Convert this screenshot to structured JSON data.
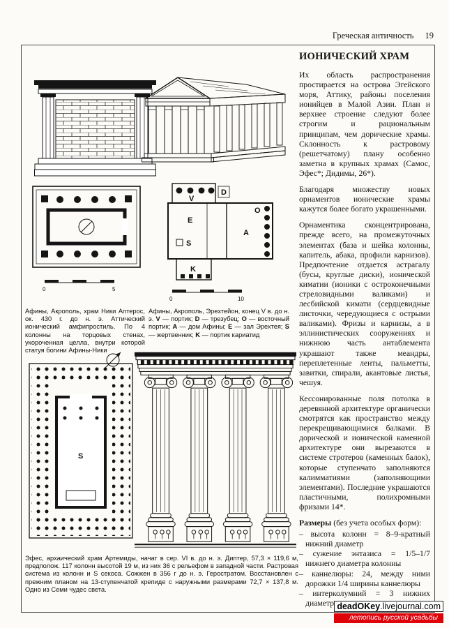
{
  "header": {
    "section": "Греческая античность",
    "page_number": "19"
  },
  "article": {
    "title": "ИОНИЧЕСКИЙ ХРАМ",
    "paragraphs": [
      "Их область распространения простирается на острова Эгейского моря, Аттику, районы поселения ионийцев в Малой Азии. План и верхнее строение следуют более строгим и рациональным принципам, чем дорические храмы. Склонность к растровому (решетчатому) плану особенно заметна в крупных храмах (Самос, Эфес*; Дидимы, 26*).",
      "Благодаря множеству новых орнаментов ионические храмы кажутся более богато украшенными.",
      "Орнаментика сконцентрирована, прежде всего, на промежуточных элементах (база и шейка колонны, капитель, абака, профили карнизов). Предпочтение отдается астрагалу (бусы, круглые диски), ионической киматии (ионики с остроконечными стреловидными валиками) и лесбийской кимати (сердцевидные листочки, чередующиеся с острыми валиками). Фризы и карнизы, а в эллинистических сооружениях и нижнюю часть антаблемента украшают также меандры, переплетенные ленты, пальметты, завитки, спирали, акантовые листья, чешуя.",
      "Кессонированные поля потолка в деревянной архитектуре органически смотрятся как пространство между перекрещивающимися балками. В дорической и ионической каменной архитектуре они вырезаются в системе стротеров (каменных балок), которые ступенчато заполняются калимматиями (заполняющими элементами). Последние украшаются пластичными, полихромными фризами 14*."
    ],
    "sizes": {
      "heading_bold": "Размеры",
      "heading_rest": " (без учета особых форм):",
      "items": [
        "– высота колонн = 8–9-кратный нижний диаметр",
        "– сужение энтазиса = 1/5–1/7 нижнего диаметра колонны",
        "– каннелюры: 24, между ними дорожки 1/4 ширины каннелюры",
        "– интерколумний = 3 нижних диаметра"
      ]
    }
  },
  "captions": {
    "nike": "Афины, Акрополь, храм Ники Аптерос, ок. 430 г. до н. э. Аттический ионический амфипростиль. По 4 колонны на торцовых стенах, укороченная целла, внутри которой статуя богини Афины-Ники",
    "erechtheion": {
      "title": "Афины, Акрополь, Эрехтейон, конец V в. до н. э.",
      "legend": [
        {
          "letter": "V",
          "text": "— портик;"
        },
        {
          "letter": "D",
          "text": "— трезубец;"
        },
        {
          "letter": "O",
          "text": "— восточный портик;"
        },
        {
          "letter": "A",
          "text": "— дом Афины;"
        },
        {
          "letter": "E",
          "text": "— зал Эрехтея;"
        },
        {
          "letter": "S",
          "text": "— жертвенник;"
        },
        {
          "letter": "K",
          "text": "— портик кариатид"
        }
      ]
    },
    "artemis": "Эфес, архаический храм Артемиды, начат в сер. VI в. до н. э. Диптер, 57,3 × 119,6 м, предполож. 117 колонн высотой 19 м, из них 36 с рельефом в западной части. Растровая система из колонн и S секоса. Сожжен в 356 г до н. э. Геростратом. Восстановлен с прежним планом на 13-ступенчатой крепиде с наружными размерами 72,7 × 137,8 м. Одно из Семи чудес света."
  },
  "figures": {
    "nike_plan": {
      "scale_start": "0",
      "scale_end": "5"
    },
    "erechtheion_plan": {
      "scale_start": "0",
      "scale_end": "10"
    },
    "artemis_plan": {
      "sekos_label": "S"
    }
  },
  "footer": {
    "brand": "deadOKey",
    "domain": ".livejournal.com",
    "tagline": "летопись русской усадьбы"
  }
}
